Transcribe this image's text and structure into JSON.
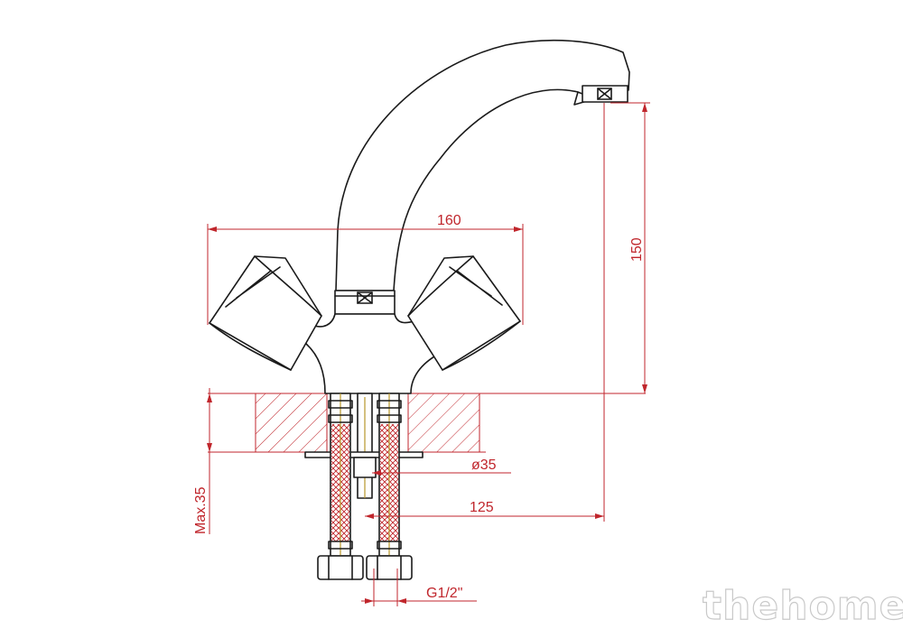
{
  "dimensions": {
    "width_overall": "160",
    "height_spout": "150",
    "reach": "125",
    "hole_diameter": "ø35",
    "max_thickness": "Max.35",
    "thread": "G1/2\""
  },
  "watermark": {
    "text": "thehome"
  },
  "colors": {
    "outline": "#1a1a1a",
    "dimension": "#c0262c",
    "hose_braid": "#c0262c",
    "hose_core": "#b8962a",
    "watermark_stroke": "#c9c9c9"
  }
}
